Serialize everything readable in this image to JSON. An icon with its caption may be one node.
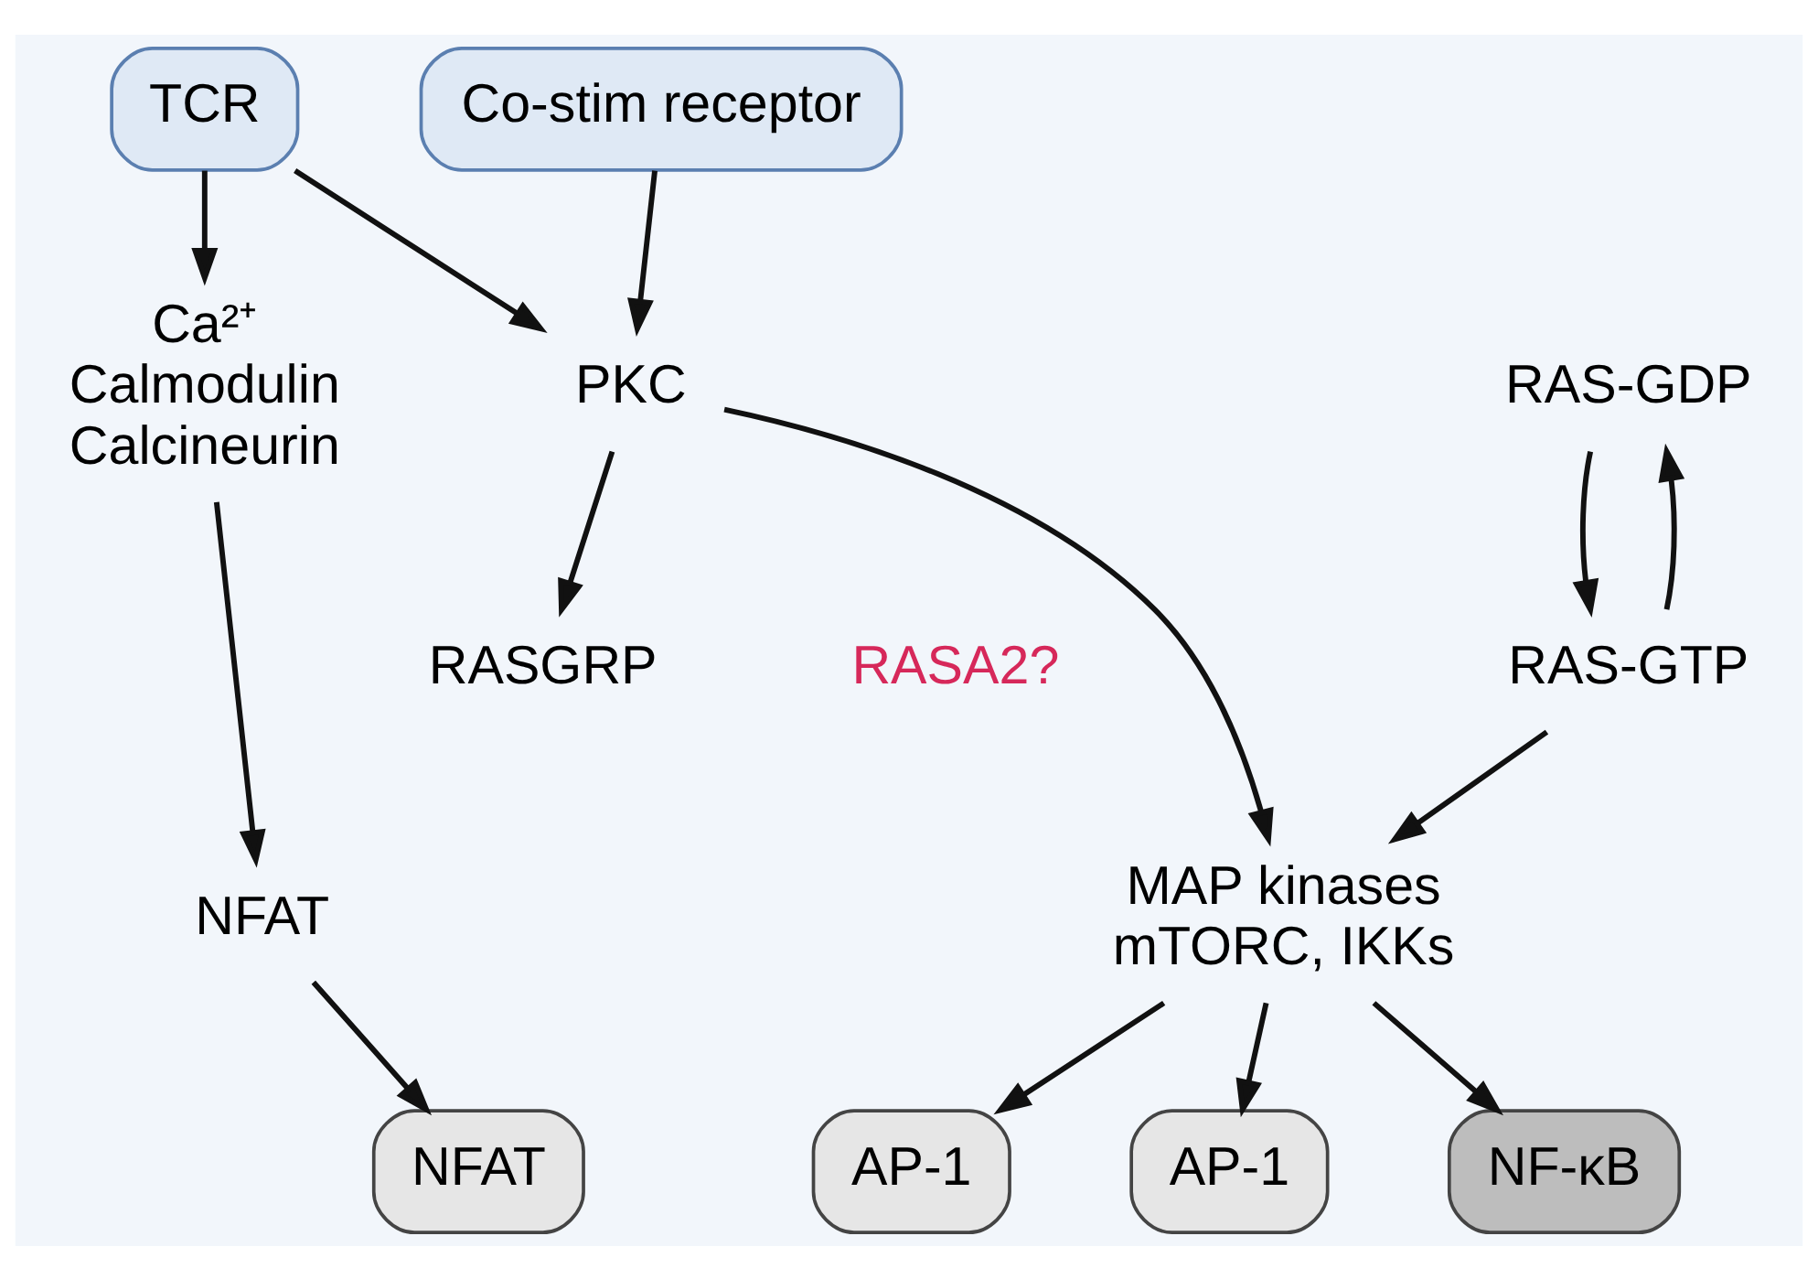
{
  "diagram": {
    "nodes": [
      {
        "text": [
          "TCR"
        ]
      },
      {
        "text": [
          "Co-stim receptor"
        ]
      },
      {
        "text": [
          "Ca²⁺",
          "Calmodulin",
          "Calcineurin"
        ]
      },
      {
        "text": [
          "PKC"
        ]
      },
      {
        "text": [
          "RAS-GDP"
        ]
      },
      {
        "text": [
          "RASGRP"
        ]
      },
      {
        "text": [
          "RAS-GTP"
        ]
      },
      {
        "text": [
          "RASA2?"
        ]
      },
      {
        "text": [
          "MAP kinases",
          "mTORC, IKKs"
        ]
      },
      {
        "text": [
          "NFAT"
        ]
      },
      {
        "text": [
          "NFAT"
        ]
      },
      {
        "text": [
          "AP-1"
        ]
      },
      {
        "text": [
          "AP-1"
        ]
      },
      {
        "text": [
          "NF-κB"
        ]
      }
    ],
    "edges": [
      {
        "from": 0,
        "to": 2,
        "arrow": "to"
      },
      {
        "from": 0,
        "to": 3,
        "arrow": "to"
      },
      {
        "from": 1,
        "to": 3,
        "arrow": "to"
      },
      {
        "from": 3,
        "to": 5,
        "arrow": "to"
      },
      {
        "from": 4,
        "to": 6,
        "arrow": "to"
      },
      {
        "from": 6,
        "to": 4,
        "arrow": "to"
      },
      {
        "from": 3,
        "to": 8,
        "arrow": "to"
      },
      {
        "from": 6,
        "to": 8,
        "arrow": "to"
      },
      {
        "from": 2,
        "to": 9,
        "arrow": "to"
      },
      {
        "from": 9,
        "to": 10,
        "arrow": "to"
      },
      {
        "from": 8,
        "to": 11,
        "arrow": "to"
      },
      {
        "from": 8,
        "to": 12,
        "arrow": "to"
      },
      {
        "from": 8,
        "to": 13,
        "arrow": "to"
      }
    ]
  }
}
